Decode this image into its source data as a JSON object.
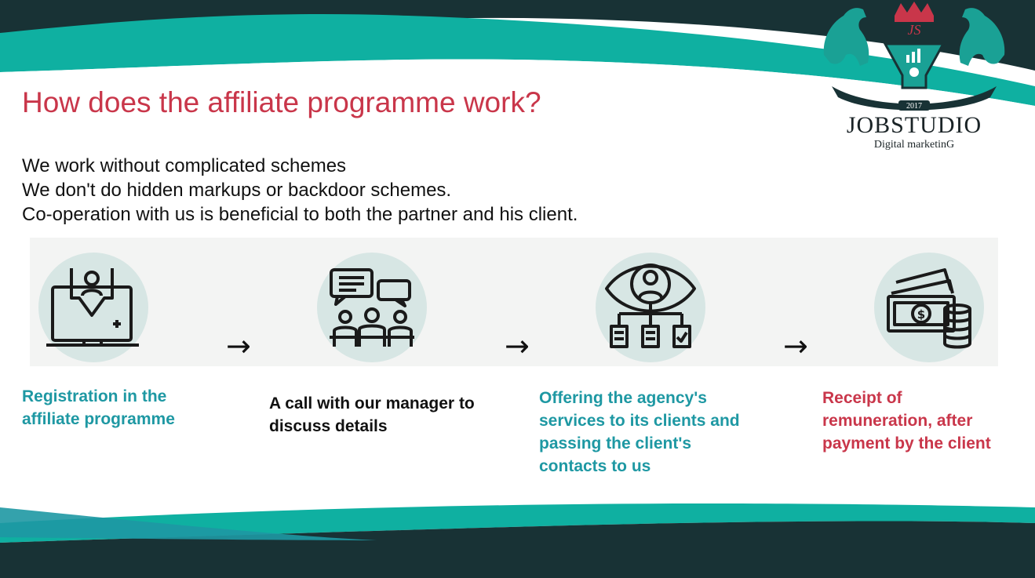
{
  "title": "How does the affiliate programme work?",
  "intro": [
    "We work without complicated schemes",
    "We don't do hidden markups or backdoor schemes.",
    "Co-operation with us is beneficial to both the partner and his client."
  ],
  "logo": {
    "initials": "JS",
    "year": "2017",
    "name": "JOBSTUDIO",
    "tagline": "Digital marketinG"
  },
  "steps": [
    {
      "icon": "computer-registration-icon",
      "lines": [
        "Registration in the",
        "affiliate programme"
      ],
      "color": "#1e98a3"
    },
    {
      "icon": "team-meeting-chat-icon",
      "lines": [
        "A call with our manager to",
        "discuss details"
      ],
      "color": "#111111"
    },
    {
      "icon": "client-vision-documents-icon",
      "lines": [
        "Offering the agency's",
        "services to its clients and",
        "passing the client's",
        "contacts to us"
      ],
      "color": "#1e98a3"
    },
    {
      "icon": "money-cash-coins-icon",
      "lines": [
        "Receipt of",
        "remuneration, after",
        "payment by the client"
      ],
      "color": "#c9364a"
    }
  ],
  "arrow_glyph": "→",
  "colors": {
    "accent_red": "#c9364a",
    "accent_teal": "#1e98a3",
    "wave_dark": "#183235",
    "wave_teal": "#0fb0a1"
  }
}
